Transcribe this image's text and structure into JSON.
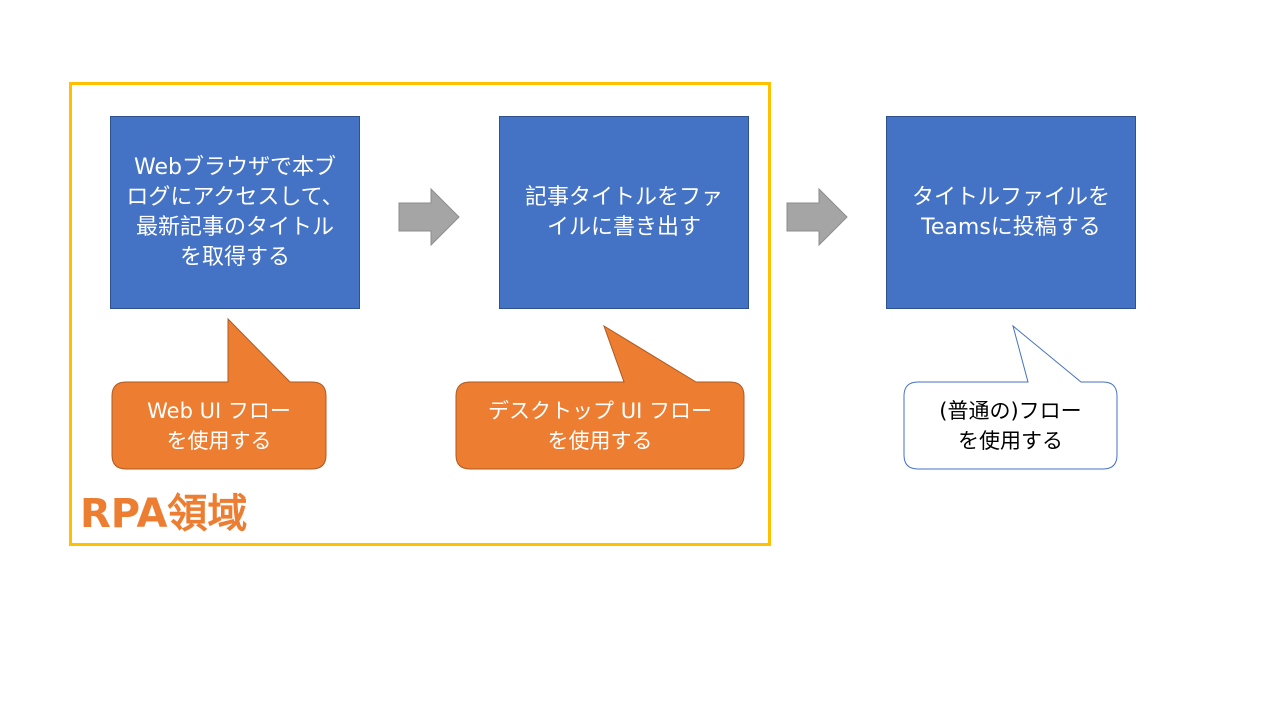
{
  "region": {
    "label": "RPA領域"
  },
  "steps": [
    {
      "text": "Webブラウザで本ブ\nログにアクセスして、\n最新記事のタイトル\nを取得する"
    },
    {
      "text": "記事タイトルをファ\nイルに書き出す"
    },
    {
      "text": "タイトルファイルを\nTeamsに投稿する"
    }
  ],
  "callouts": [
    {
      "text": "Web UI フロー\nを使用する"
    },
    {
      "text": "デスクトップ UI フロー\nを使用する"
    },
    {
      "text": "(普通の)フロー\nを使用する"
    }
  ],
  "colors": {
    "step_fill": "#4472c4",
    "callout_fill": "#ed7d31",
    "region_border": "#ffc000",
    "arrow_fill": "#a5a5a5"
  }
}
